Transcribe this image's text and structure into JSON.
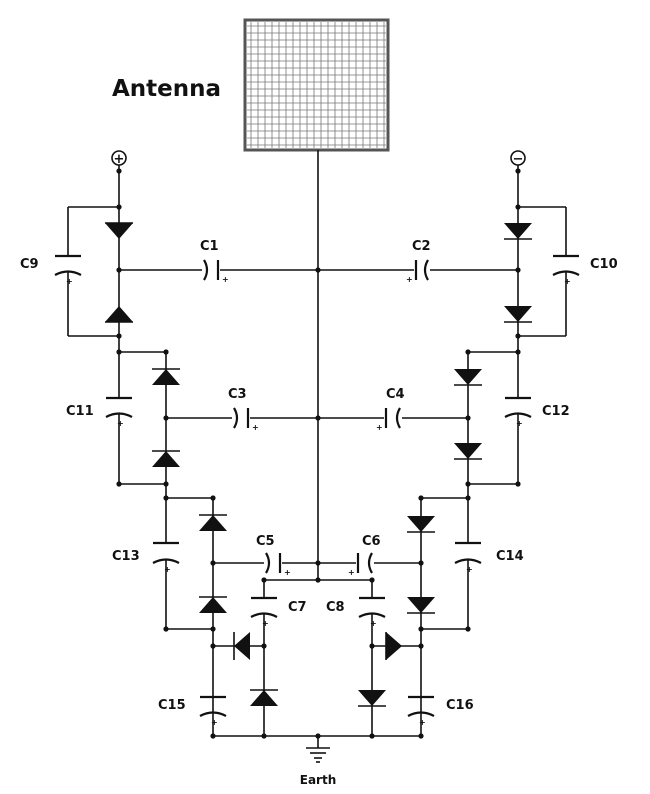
{
  "title": "Antenna",
  "ground_label": "Earth",
  "terminals": {
    "positive": "+",
    "negative": "−"
  },
  "capacitors": {
    "C1": "C1",
    "C2": "C2",
    "C3": "C3",
    "C4": "C4",
    "C5": "C5",
    "C6": "C6",
    "C7": "C7",
    "C8": "C8",
    "C9": "C9",
    "C10": "C10",
    "C11": "C11",
    "C12": "C12",
    "C13": "C13",
    "C14": "C14",
    "C15": "C15",
    "C16": "C16"
  },
  "polarity_mark": "+",
  "colors": {
    "ink": "#111111",
    "antenna_fill": "#ffffff"
  }
}
